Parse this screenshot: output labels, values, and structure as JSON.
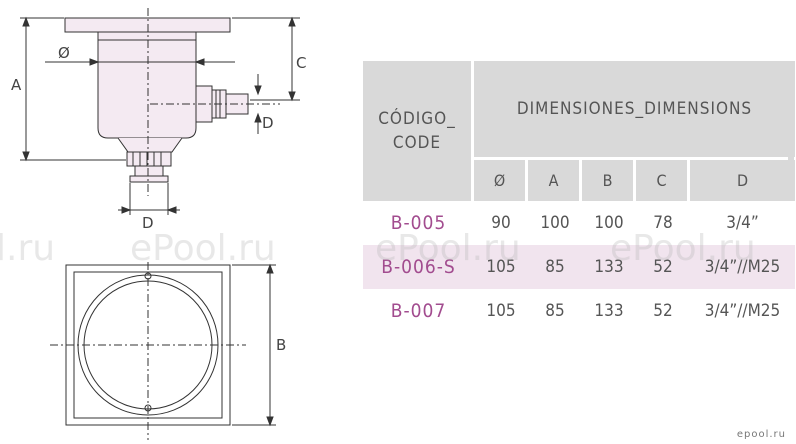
{
  "drawing": {
    "labels": {
      "phi": "Ø",
      "a": "A",
      "b": "B",
      "c": "C",
      "d_side": "D",
      "d_bottom": "D"
    },
    "colors": {
      "body_fill": "#f4eaf2",
      "line": "#333333"
    }
  },
  "table": {
    "code_header": {
      "line1": "CÓDIGO_",
      "line2": "CODE"
    },
    "dims_header": "DIMENSIONES_DIMENSIONS",
    "columns": [
      "Ø",
      "A",
      "B",
      "C",
      "D"
    ],
    "rows": [
      {
        "code": "B-005",
        "phi": "90",
        "a": "100",
        "b": "100",
        "c": "78",
        "d": "3/4”"
      },
      {
        "code": "B-006-S",
        "phi": "105",
        "a": "85",
        "b": "133",
        "c": "52",
        "d": "3/4”//M25"
      },
      {
        "code": "B-007",
        "phi": "105",
        "a": "85",
        "b": "133",
        "c": "52",
        "d": "3/4”//M25"
      }
    ],
    "colors": {
      "header_bg": "#d9d9d9",
      "code_color": "#a24c8f",
      "highlight_bg": "#f1e4ee"
    }
  },
  "watermark": {
    "text": "ePool.ru",
    "text_left": "l.ru"
  },
  "logo": {
    "text": "epool.ru"
  }
}
